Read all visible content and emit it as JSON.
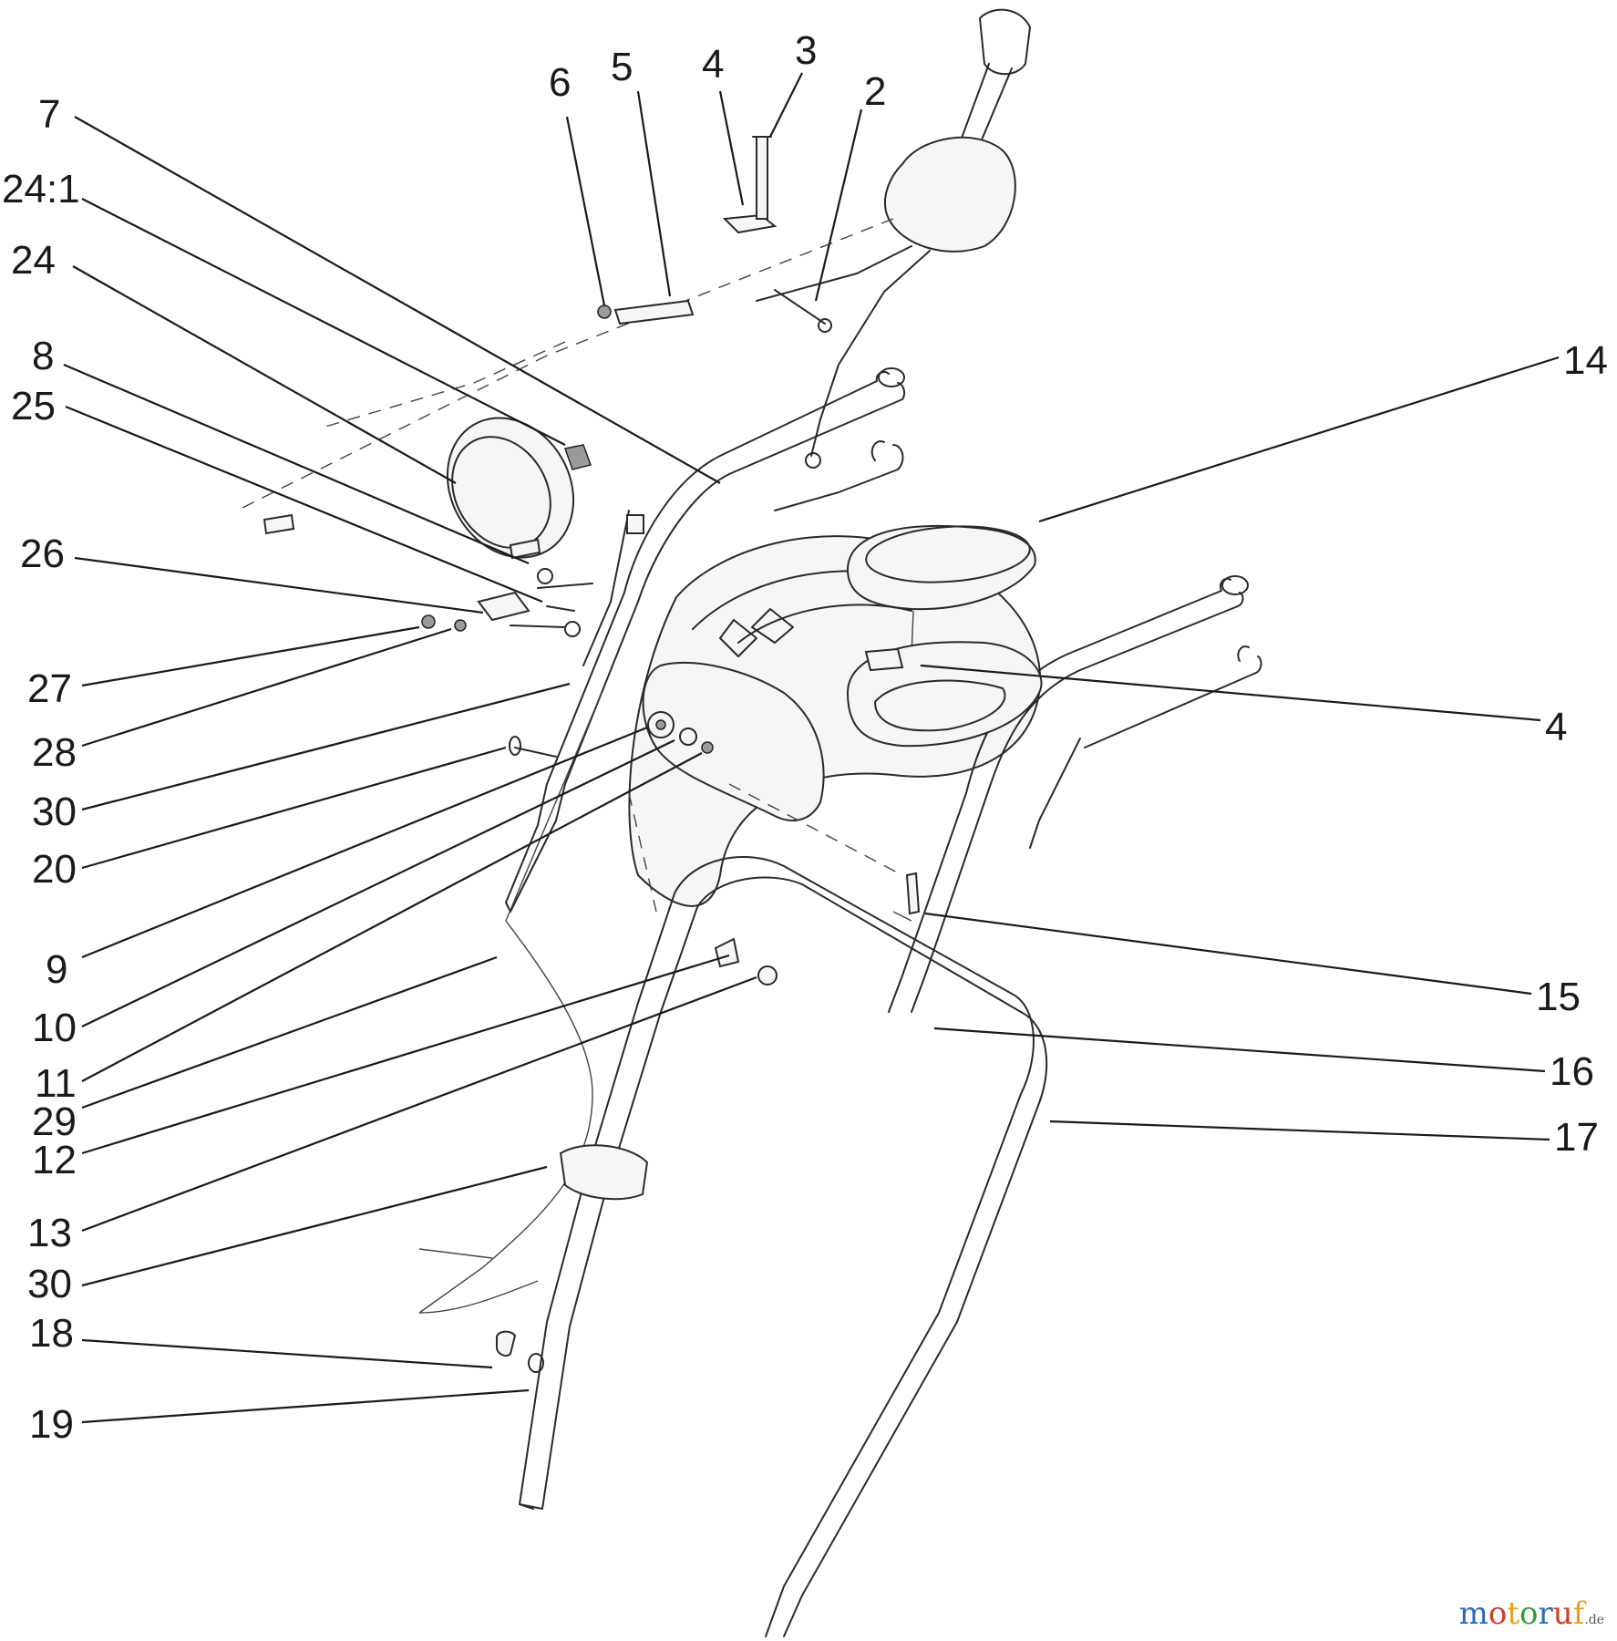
{
  "diagram": {
    "callouts": [
      {
        "id": "c7",
        "label": "7"
      },
      {
        "id": "c24-1",
        "label": "24:1"
      },
      {
        "id": "c24",
        "label": "24"
      },
      {
        "id": "c8",
        "label": "8"
      },
      {
        "id": "c25",
        "label": "25"
      },
      {
        "id": "c26",
        "label": "26"
      },
      {
        "id": "c27",
        "label": "27"
      },
      {
        "id": "c28",
        "label": "28"
      },
      {
        "id": "c30a",
        "label": "30"
      },
      {
        "id": "c20",
        "label": "20"
      },
      {
        "id": "c9",
        "label": "9"
      },
      {
        "id": "c10",
        "label": "10"
      },
      {
        "id": "c11",
        "label": "11"
      },
      {
        "id": "c29",
        "label": "29"
      },
      {
        "id": "c12",
        "label": "12"
      },
      {
        "id": "c13",
        "label": "13"
      },
      {
        "id": "c30b",
        "label": "30"
      },
      {
        "id": "c18",
        "label": "18"
      },
      {
        "id": "c19",
        "label": "19"
      },
      {
        "id": "c6",
        "label": "6"
      },
      {
        "id": "c5",
        "label": "5"
      },
      {
        "id": "c4a",
        "label": "4"
      },
      {
        "id": "c3",
        "label": "3"
      },
      {
        "id": "c2",
        "label": "2"
      },
      {
        "id": "c14",
        "label": "14"
      },
      {
        "id": "c4b",
        "label": "4"
      },
      {
        "id": "c15",
        "label": "15"
      },
      {
        "id": "c16",
        "label": "16"
      },
      {
        "id": "c17",
        "label": "17"
      }
    ]
  },
  "watermark": {
    "parts": [
      "m",
      "o",
      "t",
      "o",
      "r",
      "u",
      "f"
    ],
    "suffix": ".de",
    "colors": [
      "#2a6db5",
      "#d63a2a",
      "#e6a21e",
      "#3a9a3a",
      "#2a6db5",
      "#d63a2a",
      "#e6a21e"
    ],
    "suffix_color": "#555555"
  }
}
